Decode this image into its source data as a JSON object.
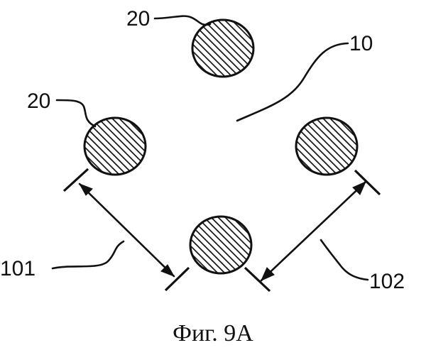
{
  "labels": {
    "region": "10",
    "feature_top": "20",
    "feature_left": "20",
    "distance_left": "101",
    "distance_right": "102"
  },
  "caption": "Фиг. 9A"
}
